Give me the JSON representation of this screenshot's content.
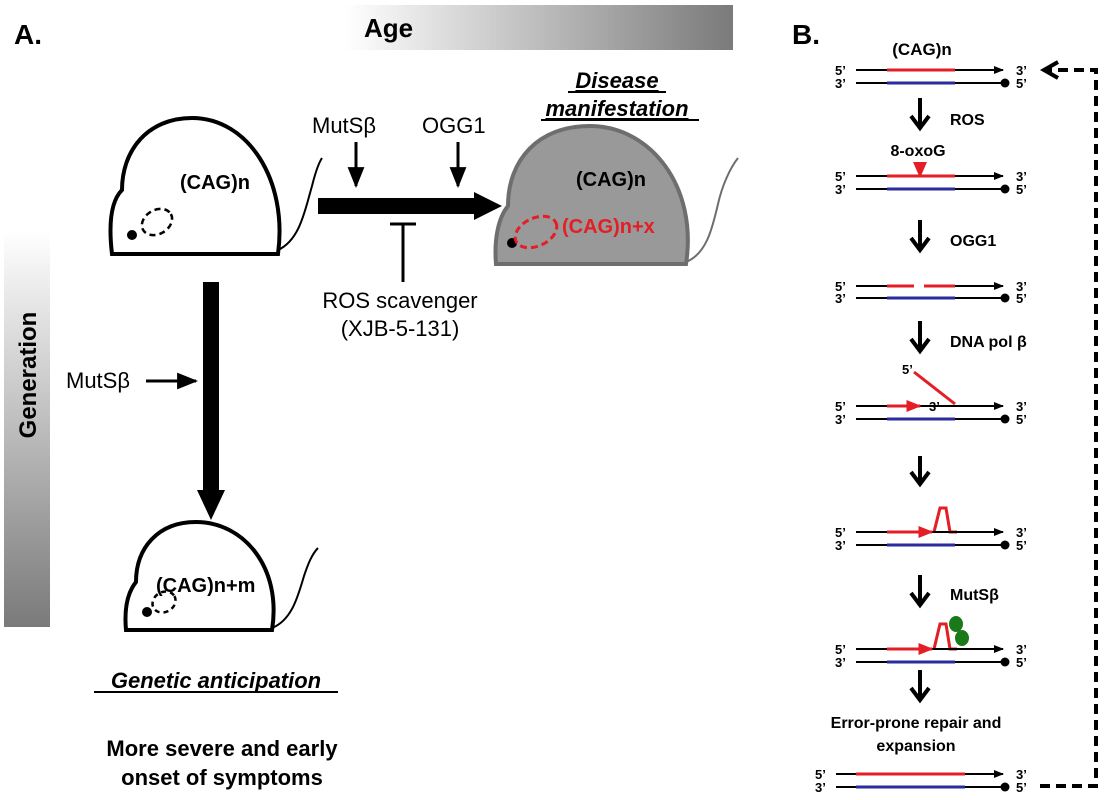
{
  "panel_a": {
    "label": "A.",
    "age_label": "Age",
    "generation_label": "Generation",
    "mouse_top_allele": "(CAG)n",
    "mutsb_top": "MutSβ",
    "ogg1": "OGG1",
    "ros_scavenger": "ROS scavenger",
    "ros_scavenger_compound": "(XJB-5-131)",
    "disease_line1": "Disease",
    "disease_line2": "manifestation",
    "mouse_disease_allele": "(CAG)n",
    "mouse_disease_expanded": "(CAG)n+x",
    "mutsb_left": "MutSβ",
    "mouse_offspring_allele": "(CAG)n+m",
    "genetic_anticipation": "Genetic anticipation",
    "severity_line1": "More severe and early",
    "severity_line2": "onset of symptoms"
  },
  "panel_b": {
    "label": "B.",
    "cag_label": "(CAG)n",
    "oxog_label": "8-oxoG",
    "step_ros": "ROS",
    "step_ogg1": "OGG1",
    "step_pol": "DNA pol β",
    "step_mutsb": "MutSβ",
    "final_line1": "Error-prone repair and",
    "final_line2": "expansion",
    "end_5": "5’",
    "end_3": "3’"
  },
  "colors": {
    "red_strand": "#e31e24",
    "blue_strand": "#2b2b9e",
    "green_protein": "#1a7a1a",
    "mouse_disease_fill": "#999999"
  }
}
